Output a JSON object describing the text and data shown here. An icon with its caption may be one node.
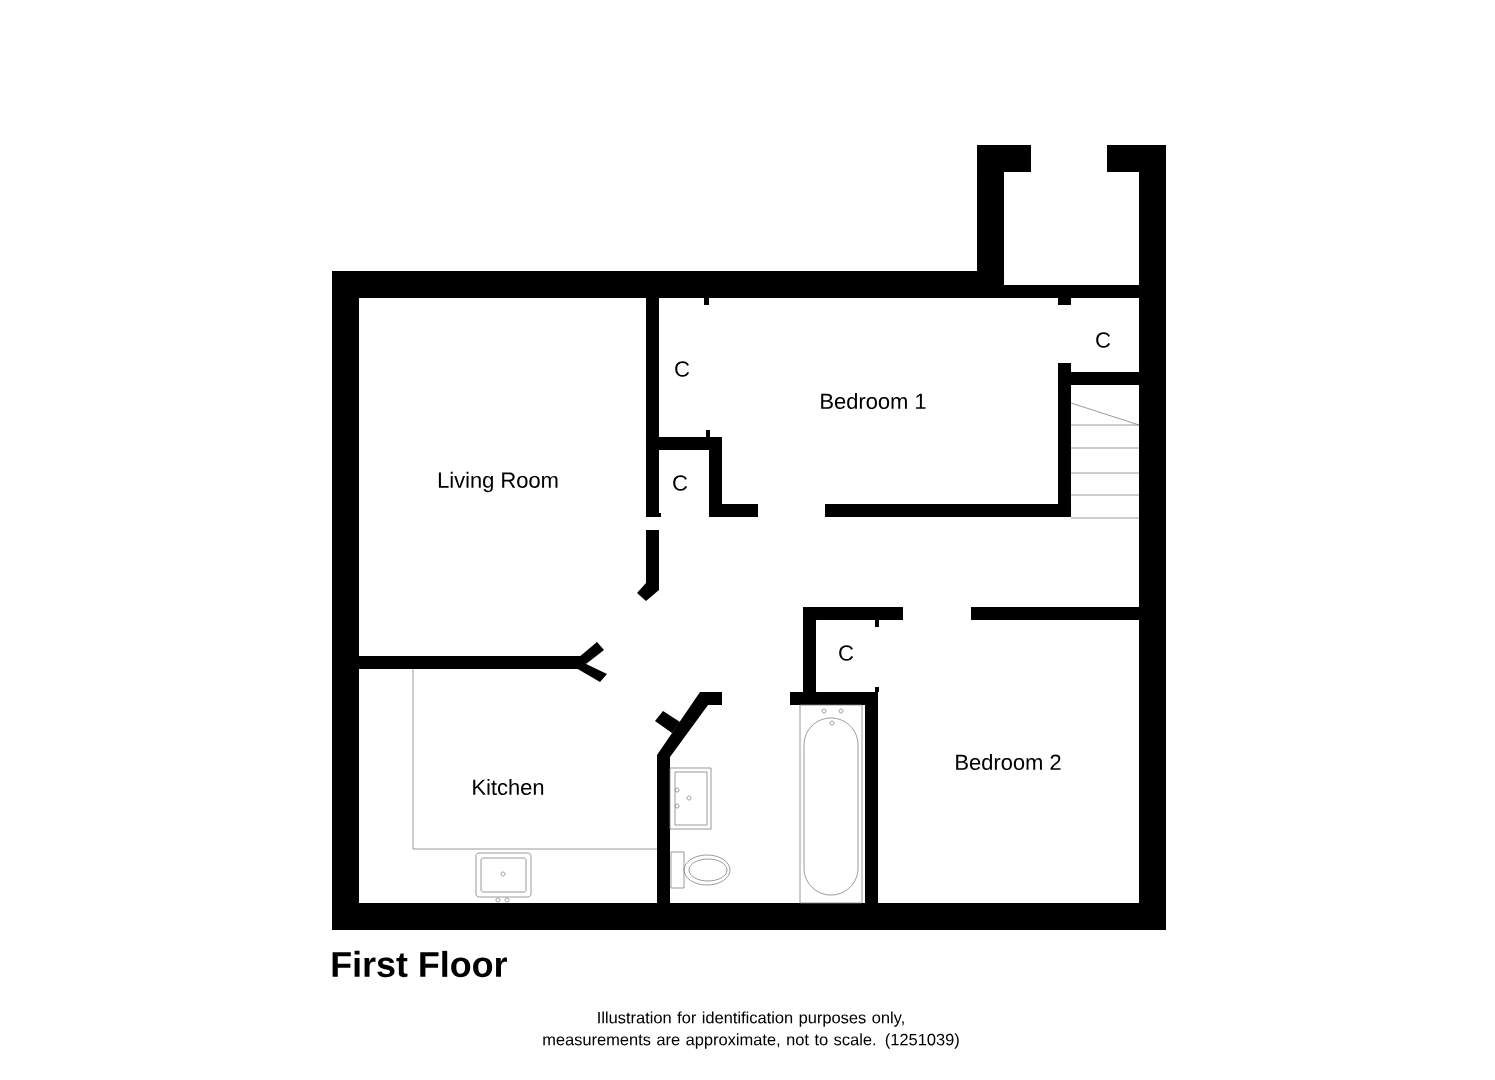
{
  "diagram": {
    "title": "First Floor",
    "caption": "Illustration for identification purposes only, measurements are approximate, not to scale. (1251039)",
    "labels": [
      "C",
      "C",
      "Bedroom 1",
      "Living Room",
      "C",
      "C",
      "Bedroom 2",
      "Kitchen"
    ]
  }
}
